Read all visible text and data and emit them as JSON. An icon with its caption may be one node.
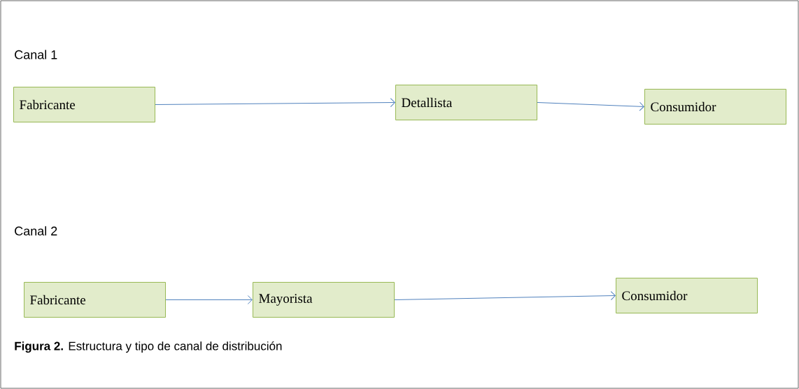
{
  "diagram": {
    "caption": "**Figura 2.** Estructura y tipo de canal de distribución",
    "nodes": [
      {
        "text": [
          "Fabricante"
        ]
      },
      {
        "text": [
          "Detallista"
        ]
      },
      {
        "text": [
          "Consumidor"
        ]
      },
      {
        "text": [
          "Fabricante"
        ]
      },
      {
        "text": [
          "Mayorista"
        ]
      },
      {
        "text": [
          "Consumidor"
        ]
      }
    ],
    "edges": [
      {
        "from": 0,
        "to": 1,
        "arrow": "to"
      },
      {
        "from": 1,
        "to": 2,
        "arrow": "to"
      },
      {
        "from": 3,
        "to": 4,
        "arrow": "to"
      },
      {
        "from": 4,
        "to": 5,
        "arrow": "to"
      }
    ],
    "labels": [
      "Canal 1",
      "Canal 2"
    ]
  }
}
